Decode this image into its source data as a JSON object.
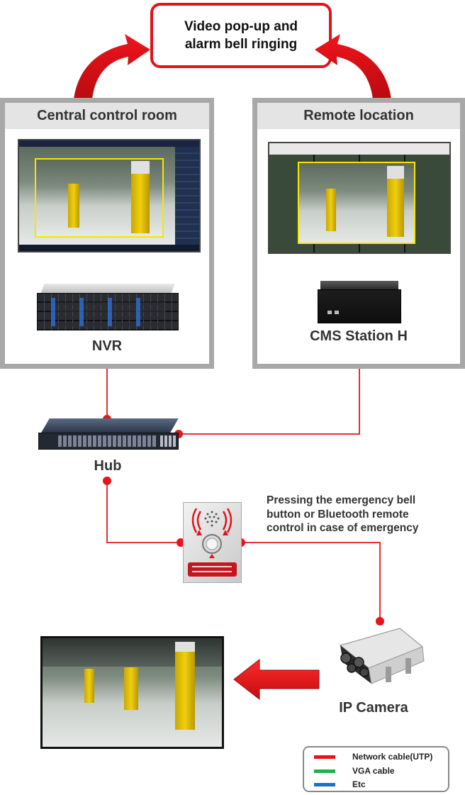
{
  "alert": {
    "text": "Video pop-up and\nalarm bell ringing"
  },
  "central_room": {
    "title": "Central control room",
    "device_label": "NVR"
  },
  "remote_location": {
    "title": "Remote location",
    "device_label": "CMS Station H"
  },
  "hub": {
    "label": "Hub"
  },
  "emergency": {
    "description": "Pressing the emergency bell\nbutton or Bluetooth remote\ncontrol in case of emergency"
  },
  "camera": {
    "label": "IP Camera"
  },
  "legend": {
    "items": [
      {
        "label": "Network cable(UTP)",
        "color": "#e8141c"
      },
      {
        "label": "VGA cable",
        "color": "#1fb24a"
      },
      {
        "label": "Etc",
        "color": "#1a73c4"
      }
    ]
  },
  "colors": {
    "network": "#e8141c",
    "vga": "#1fb24a",
    "accent_red": "#e0141c",
    "panel_border": "#a8a8a8"
  }
}
